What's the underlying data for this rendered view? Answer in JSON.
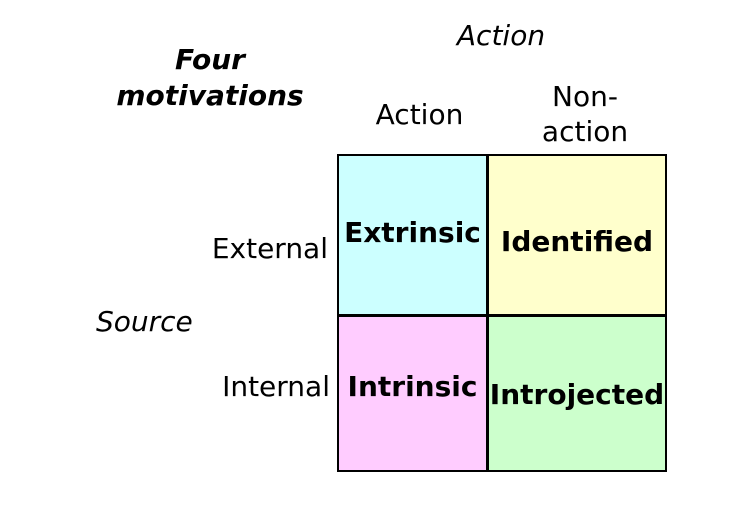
{
  "title": {
    "line1": "Four",
    "line2": "motivations"
  },
  "axes": {
    "column_axis_title": "Action",
    "row_axis_title": "Source",
    "columns": [
      {
        "label": "Action"
      },
      {
        "label": "Non-action",
        "line1": "Non-",
        "line2": "action"
      }
    ],
    "rows": [
      {
        "label": "External"
      },
      {
        "label": "Internal"
      }
    ]
  },
  "quadrants": [
    {
      "label": "Extrinsic",
      "row": "External",
      "column": "Action",
      "color": "#CCFFFF"
    },
    {
      "label": "Identified",
      "row": "External",
      "column": "Non-action",
      "color": "#FFFFCC"
    },
    {
      "label": "Intrinsic",
      "row": "Internal",
      "column": "Action",
      "color": "#FFCCFF"
    },
    {
      "label": "Introjected",
      "row": "Internal",
      "column": "Non-action",
      "color": "#CCFFCC"
    }
  ],
  "colors": {
    "background": "#FFFFFF",
    "grid_border": "#000000",
    "text": "#000000"
  }
}
